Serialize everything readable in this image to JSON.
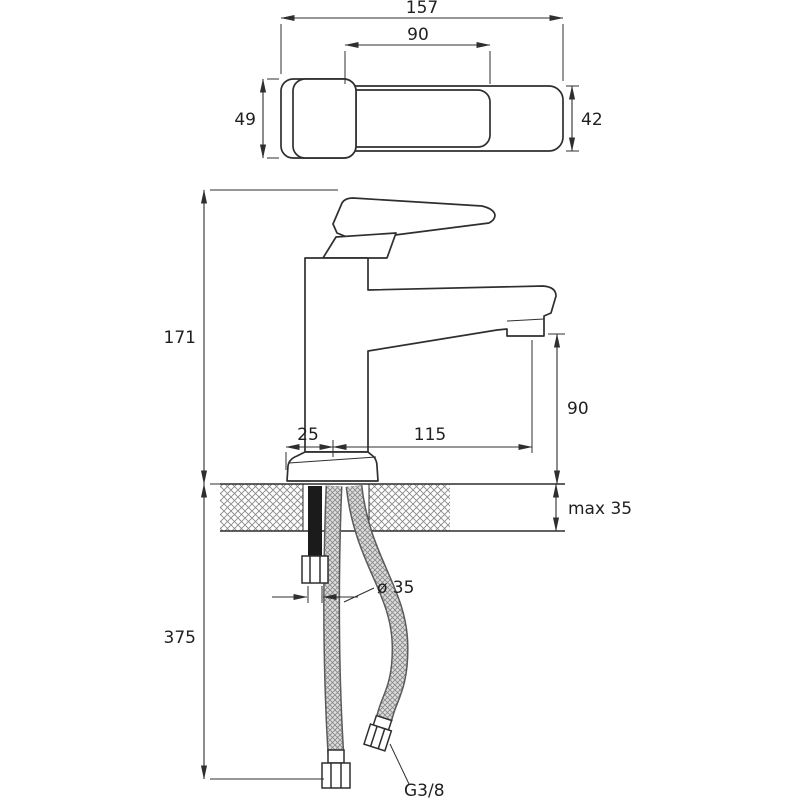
{
  "top_view": {
    "dim_total_width": "157",
    "dim_handle_width": "90",
    "dim_left_height": "49",
    "dim_body_height": "42"
  },
  "side_view": {
    "dim_height_to_deck": "171",
    "dim_spout_height": "90",
    "dim_base_offset": "25",
    "dim_spout_reach": "115",
    "dim_deck_max": "max 35",
    "dim_hole_diameter": "ø 35",
    "dim_below_length": "375",
    "dim_thread": "G3/8"
  }
}
